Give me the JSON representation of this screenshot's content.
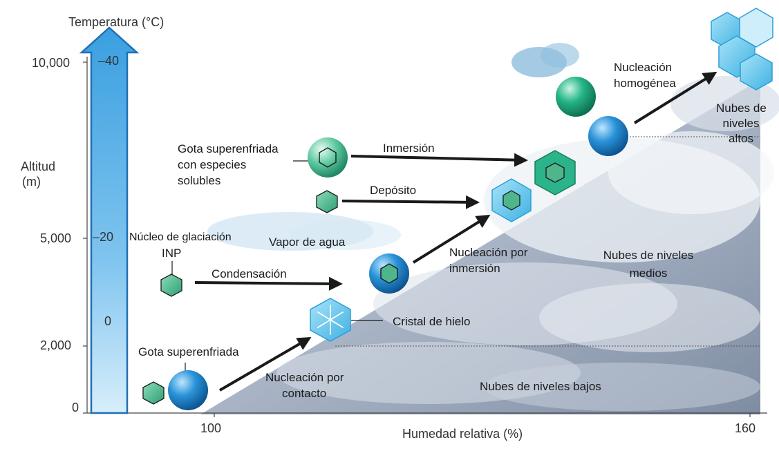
{
  "axes": {
    "temperature_title": "Temperatura (°C)",
    "altitude_title": [
      "Altitud",
      "(m)"
    ],
    "humidity_title": "Humedad relativa (%)",
    "altitude_ticks": [
      "10,000",
      "5,000",
      "2,000",
      "0"
    ],
    "temperature_ticks": [
      "–40",
      "–20",
      "0"
    ],
    "humidity_ticks": [
      "100",
      "160"
    ]
  },
  "labels": {
    "supercooled_drop_solutes": [
      "Gota superenfriada",
      "con especies",
      "solubles"
    ],
    "immersion": "Inmersión",
    "deposition": "Depósito",
    "ice_nucleus": "Núcleo de glaciación",
    "inp": "INP",
    "water_vapor": "Vapor de agua",
    "condensation": "Condensación",
    "immersion_nucleation": [
      "Nucleación por",
      "inmersión"
    ],
    "ice_crystal": "Cristal de hielo",
    "supercooled_drop": "Gota superenfriada",
    "contact_nucleation": [
      "Nucleación por",
      "contacto"
    ],
    "homogeneous_nucleation": [
      "Nucleación",
      "homogénea"
    ],
    "high_clouds": [
      "Nubes de",
      "niveles",
      "altos"
    ],
    "mid_clouds": [
      "Nubes de niveles",
      "medios"
    ],
    "low_clouds": "Nubes de niveles bajos"
  },
  "colors": {
    "thermometer_blue": "#5aaee6",
    "arrow_dark": "#1a1a1a",
    "cloud_gray": "#8e9bb0",
    "drop_blue": "#1e7fc4",
    "drop_green": "#2bb38a",
    "ice_cyan": "#6cc8ec",
    "inp_green": "#4fb58a"
  }
}
